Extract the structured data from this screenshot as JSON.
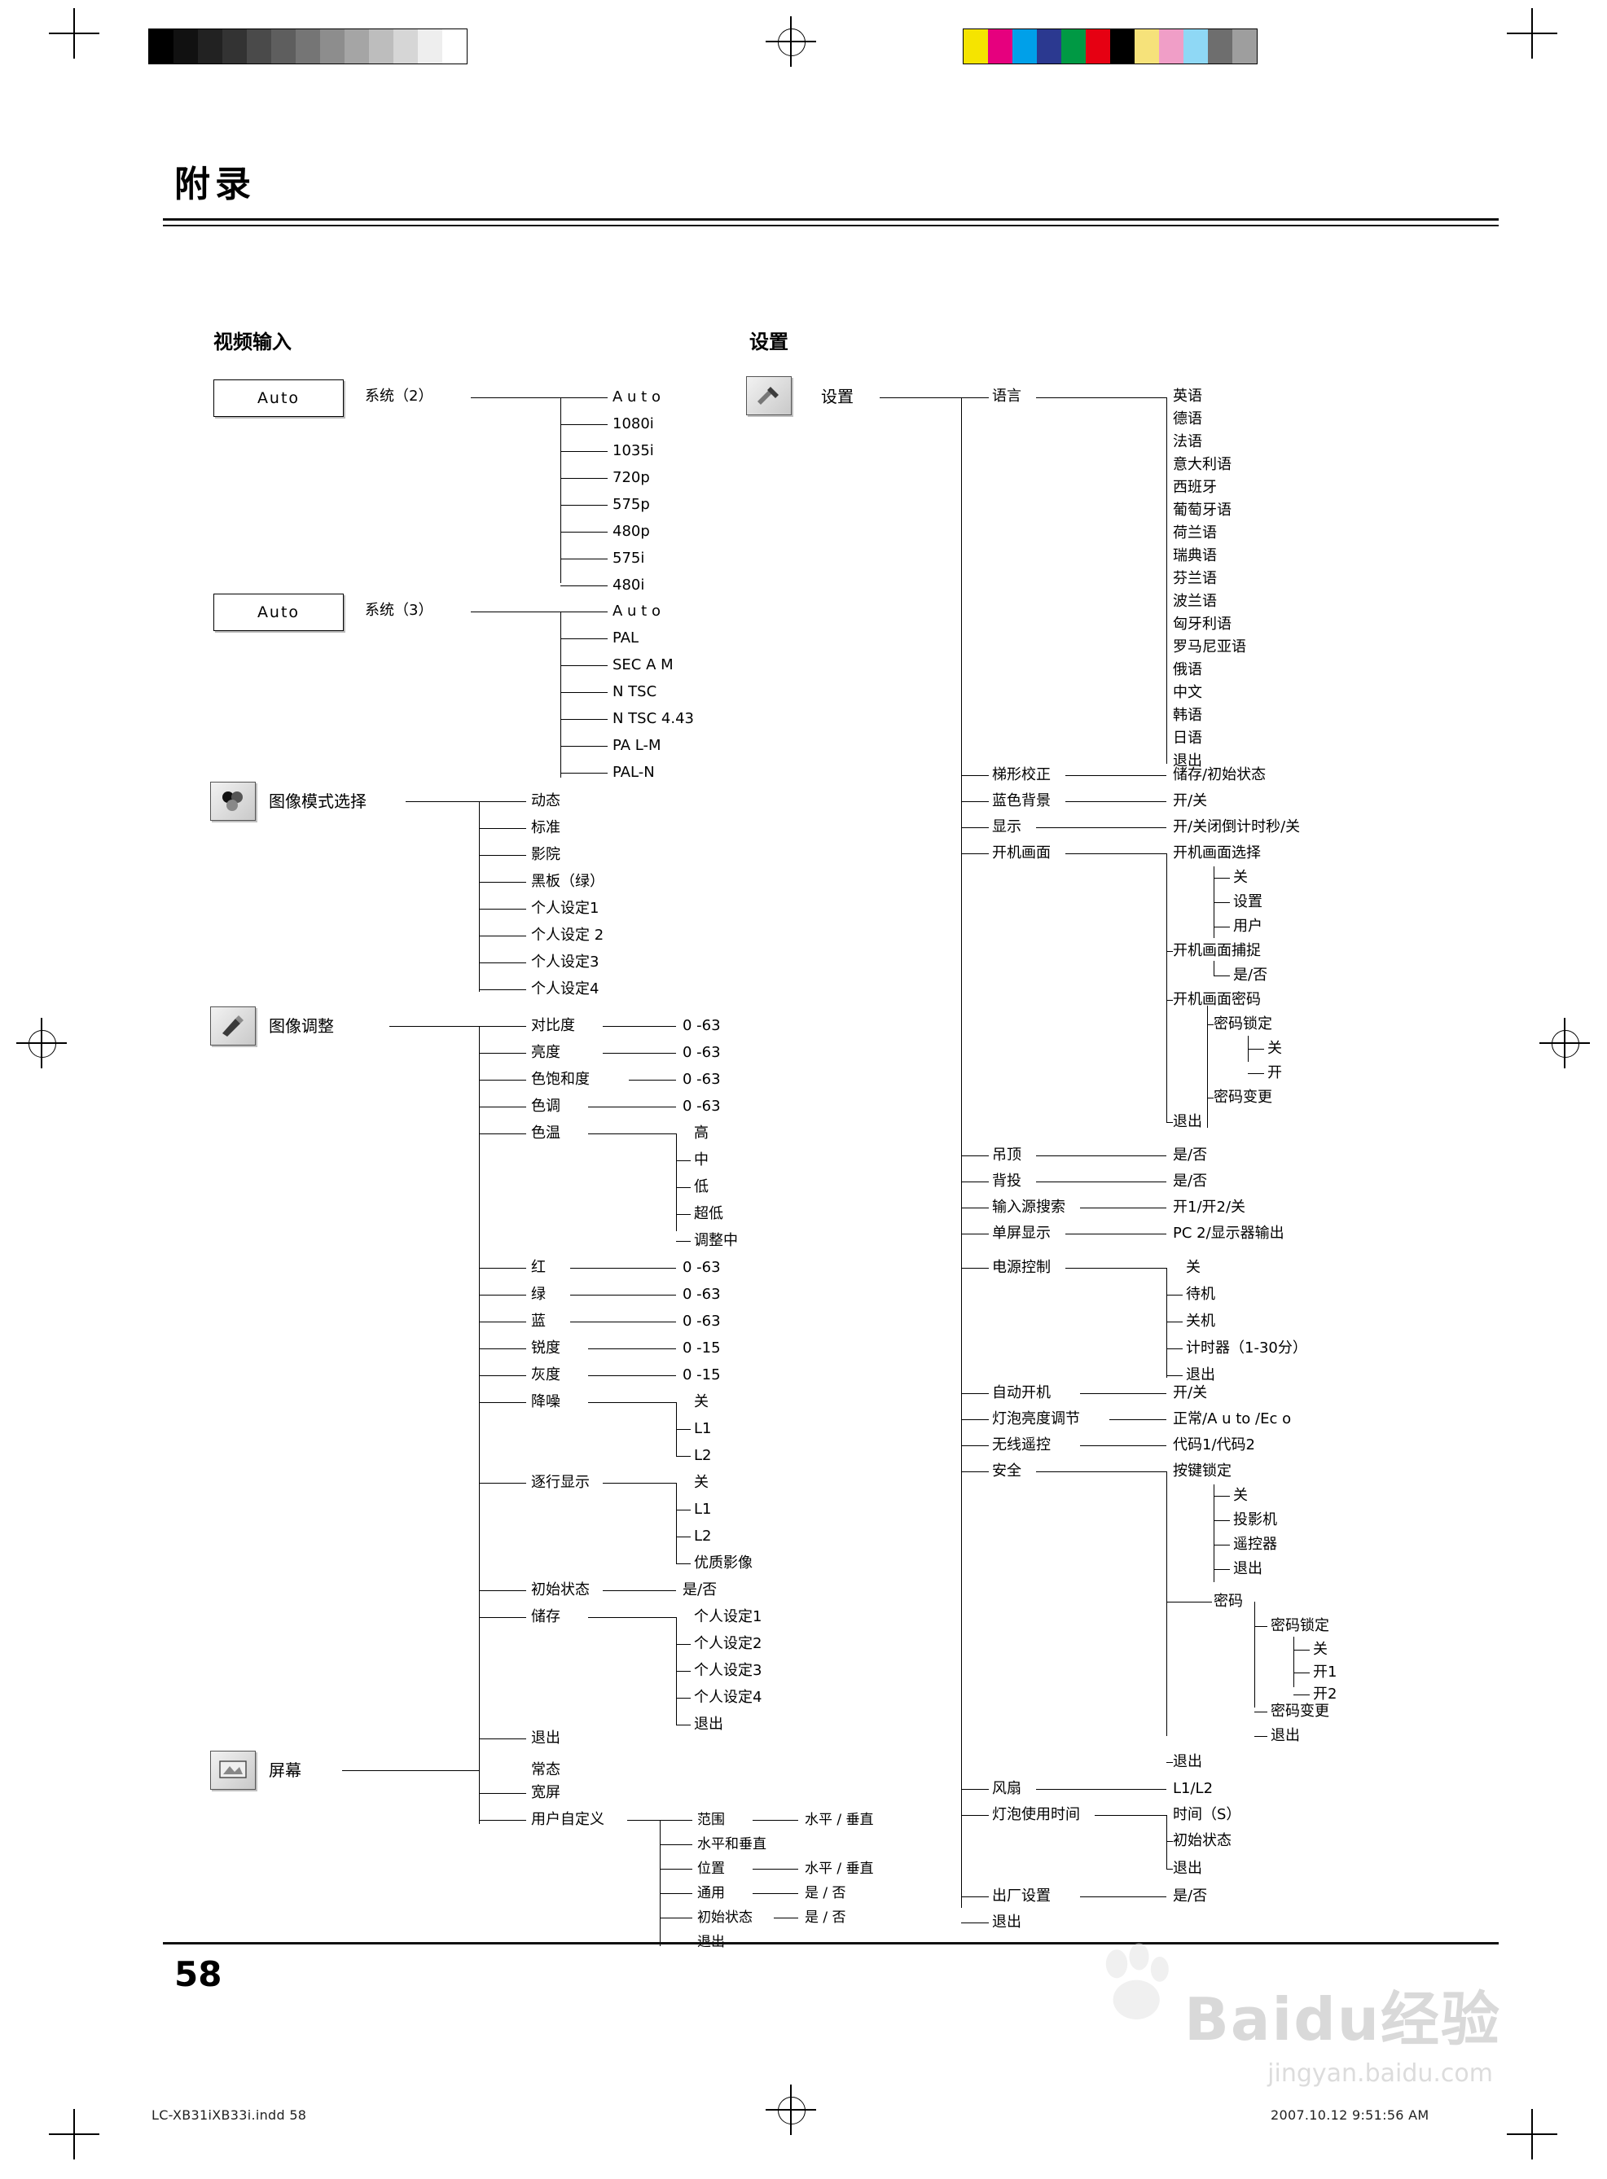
{
  "document": {
    "appendix_title": "附录",
    "page_number": "58",
    "footer_left": "LC-XB31iXB33i.indd    58",
    "footer_right": "2007.10.12    9:51:56 AM",
    "watermark": "Baidu经验",
    "watermark_sub": "jingyan.baidu.com"
  },
  "colorbars": {
    "grey": [
      "#000000",
      "#111111",
      "#222222",
      "#333333",
      "#4a4a4a",
      "#5e5e5e",
      "#757575",
      "#8d8d8d",
      "#a5a5a5",
      "#bdbdbd",
      "#d6d6d6",
      "#eeeeee",
      "#ffffff"
    ],
    "color": [
      "#f5e400",
      "#e6007e",
      "#00a0e9",
      "#2b3990",
      "#009944",
      "#e60012",
      "#000000",
      "#f6e27a",
      "#f09ec7",
      "#8fd8f5",
      "#6e6e6e",
      "#9e9e9e"
    ]
  },
  "video_input": {
    "title": "视频输入",
    "system2": {
      "box_label": "Auto",
      "label": "系统（2）",
      "items": [
        "A u t o",
        "1080i",
        "1035i",
        "720p",
        "575p",
        "480p",
        "575i",
        "480i"
      ]
    },
    "system3": {
      "box_label": "Auto",
      "label": "系统（3）",
      "items": [
        "A u t o",
        "PAL",
        "SEC A M",
        "N TSC",
        "N TSC  4.43",
        "PA L-M",
        "PAL-N"
      ]
    },
    "image_mode": {
      "label": "图像模式选择",
      "items": [
        "动态",
        "标准",
        "影院",
        "黑板（绿）",
        "个人设定1",
        "个人设定 2",
        "个人设定3",
        "个人设定4"
      ]
    },
    "image_adjust": {
      "label": "图像调整",
      "items": [
        {
          "label": "对比度",
          "value": "0 -63"
        },
        {
          "label": "亮度",
          "value": "0 -63"
        },
        {
          "label": "色饱和度",
          "value": "0 -63"
        },
        {
          "label": "色调",
          "value": "0 -63"
        },
        {
          "label": "色温",
          "value": "",
          "children": [
            "高",
            "中",
            "低",
            "超低",
            "调整中"
          ]
        },
        {
          "label": "红",
          "value": "0 -63"
        },
        {
          "label": "绿",
          "value": "0 -63"
        },
        {
          "label": "蓝",
          "value": "0 -63"
        },
        {
          "label": "锐度",
          "value": "0 -15"
        },
        {
          "label": "灰度",
          "value": "0 -15"
        },
        {
          "label": "降噪",
          "value": "",
          "children": [
            "关",
            "L1",
            "L2"
          ]
        },
        {
          "label": "逐行显示",
          "value": "",
          "children": [
            "关",
            "L1",
            "L2",
            "优质影像"
          ]
        },
        {
          "label": "初始状态",
          "value": "是/否"
        },
        {
          "label": "储存",
          "value": "",
          "children": [
            "个人设定1",
            "个人设定2",
            "个人设定3",
            "个人设定4",
            "退出"
          ]
        },
        {
          "label": "退出",
          "value": ""
        }
      ]
    },
    "screen": {
      "label": "屏幕",
      "items": [
        "常态",
        "宽屏",
        "用户自定义"
      ],
      "custom": [
        {
          "label": "范围",
          "value": "水平 / 垂直"
        },
        {
          "label": "水平和垂直",
          "value": ""
        },
        {
          "label": "位置",
          "value": "水平 / 垂直"
        },
        {
          "label": "通用",
          "value": "是 / 否"
        },
        {
          "label": "初始状态",
          "value": "是 / 否"
        },
        {
          "label": "退出",
          "value": ""
        }
      ]
    }
  },
  "settings": {
    "title": "设置",
    "root_label": "设置",
    "language": {
      "label": "语言",
      "items": [
        "英语",
        "德语",
        "法语",
        "意大利语",
        "西班牙",
        "葡萄牙语",
        "荷兰语",
        "瑞典语",
        "芬兰语",
        "波兰语",
        "匈牙利语",
        "罗马尼亚语",
        "俄语",
        "中文",
        "韩语",
        "日语",
        "退出"
      ]
    },
    "items": [
      {
        "label": "梯形校正",
        "value": "储存/初始状态"
      },
      {
        "label": "蓝色背景",
        "value": "开/关"
      },
      {
        "label": "显示",
        "value": "开/关闭倒计时秒/关"
      },
      {
        "label": "开机画面",
        "value": ""
      }
    ],
    "startup": {
      "select_label": "开机画面选择",
      "select_items": [
        "关",
        "设置",
        "用户"
      ],
      "capture_label": "开机画面捕捉",
      "capture_value": "是/否",
      "password_label": "开机画面密码",
      "password_lock_label": "密码锁定",
      "password_lock_items": [
        "关",
        "开"
      ],
      "password_change": "密码变更",
      "exit": "退出"
    },
    "items2": [
      {
        "label": "吊顶",
        "value": "是/否"
      },
      {
        "label": "背投",
        "value": "是/否"
      },
      {
        "label": "输入源搜索",
        "value": "开1/开2/关"
      },
      {
        "label": "单屏显示",
        "value": "PC 2/显示器输出"
      },
      {
        "label": "电源控制",
        "value": "",
        "children": [
          "关",
          "待机",
          "关机",
          "计时器（1-30分）",
          "退出"
        ]
      }
    ],
    "items3": [
      {
        "label": "自动开机",
        "value": "开/关"
      },
      {
        "label": "灯泡亮度调节",
        "value": "正常/A u to /Ec o"
      },
      {
        "label": "无线遥控",
        "value": "代码1/代码2"
      },
      {
        "label": "安全",
        "value": ""
      }
    ],
    "security": {
      "key_lock_label": "按键锁定",
      "key_lock_items": [
        "关",
        "投影机",
        "遥控器",
        "退出"
      ],
      "password_label": "密码",
      "password_lock_label": "密码锁定",
      "password_lock_items": [
        "关",
        "开1",
        "开2"
      ],
      "password_change": "密码变更",
      "exit_inner": "退出",
      "exit_outer": "退出"
    },
    "items4": [
      {
        "label": "风扇",
        "value": "L1/L2"
      },
      {
        "label": "灯泡使用时间",
        "value": "",
        "children": [
          "时间（S）",
          "初始状态",
          "退出"
        ]
      },
      {
        "label": "出厂设置",
        "value": "是/否"
      },
      {
        "label": "退出",
        "value": ""
      }
    ]
  }
}
